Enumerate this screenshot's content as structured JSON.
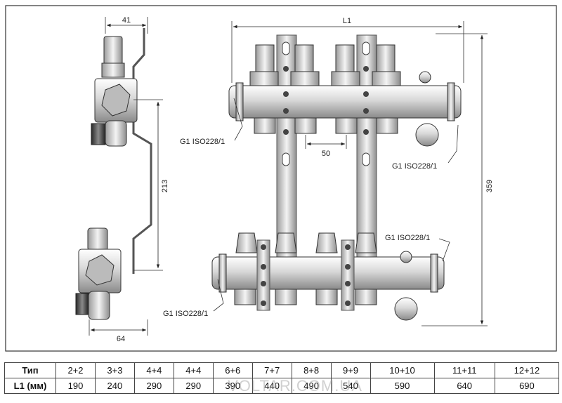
{
  "dimensions": {
    "top_width": "41",
    "bottom_width": "64",
    "vertical_center": "213",
    "total_height": "359",
    "overall_length": "L1",
    "outlet_pitch": "50"
  },
  "thread_labels": {
    "left_top": "G1  ISO228/1",
    "right_top": "G1  ISO228/1",
    "right_bottom": "G1  ISO228/1",
    "left_bottom": "G1  ISO228/1"
  },
  "table": {
    "row1_label": "Тип",
    "row2_label": "L1 (мм)",
    "types": [
      "2+2",
      "3+3",
      "4+4",
      "4+4",
      "6+6",
      "7+7",
      "8+8",
      "9+9",
      "10+10",
      "11+11",
      "12+12"
    ],
    "lengths": [
      "190",
      "240",
      "290",
      "290",
      "390",
      "440",
      "490",
      "540",
      "590",
      "640",
      "690"
    ]
  },
  "watermark": "VOLTAR.COM.UA"
}
